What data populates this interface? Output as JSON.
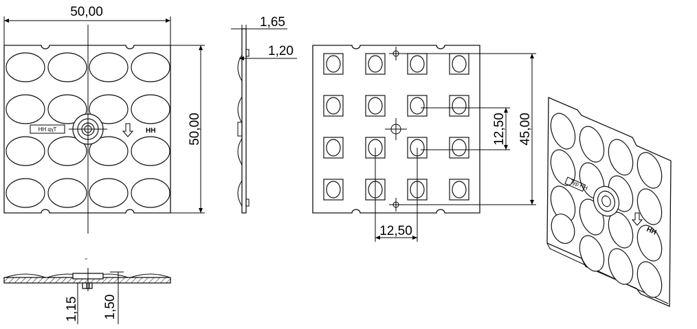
{
  "front_view": {
    "width_label": "50,00",
    "height_label": "50,00",
    "type_label": "Typ HH",
    "marker_label": "HH"
  },
  "side_view": {
    "thickness_label": "1,65",
    "lens_label": "1,20"
  },
  "bottom_view": {
    "base_label": "1,15",
    "total_label": "1,50",
    "tiny_label": "″"
  },
  "back_view": {
    "hole_spacing_label": "45,00",
    "pitch_v_label": "12,50",
    "pitch_h_label": "12,50"
  },
  "iso_view": {
    "type_label": "Typ HH",
    "marker_label": "HH"
  }
}
